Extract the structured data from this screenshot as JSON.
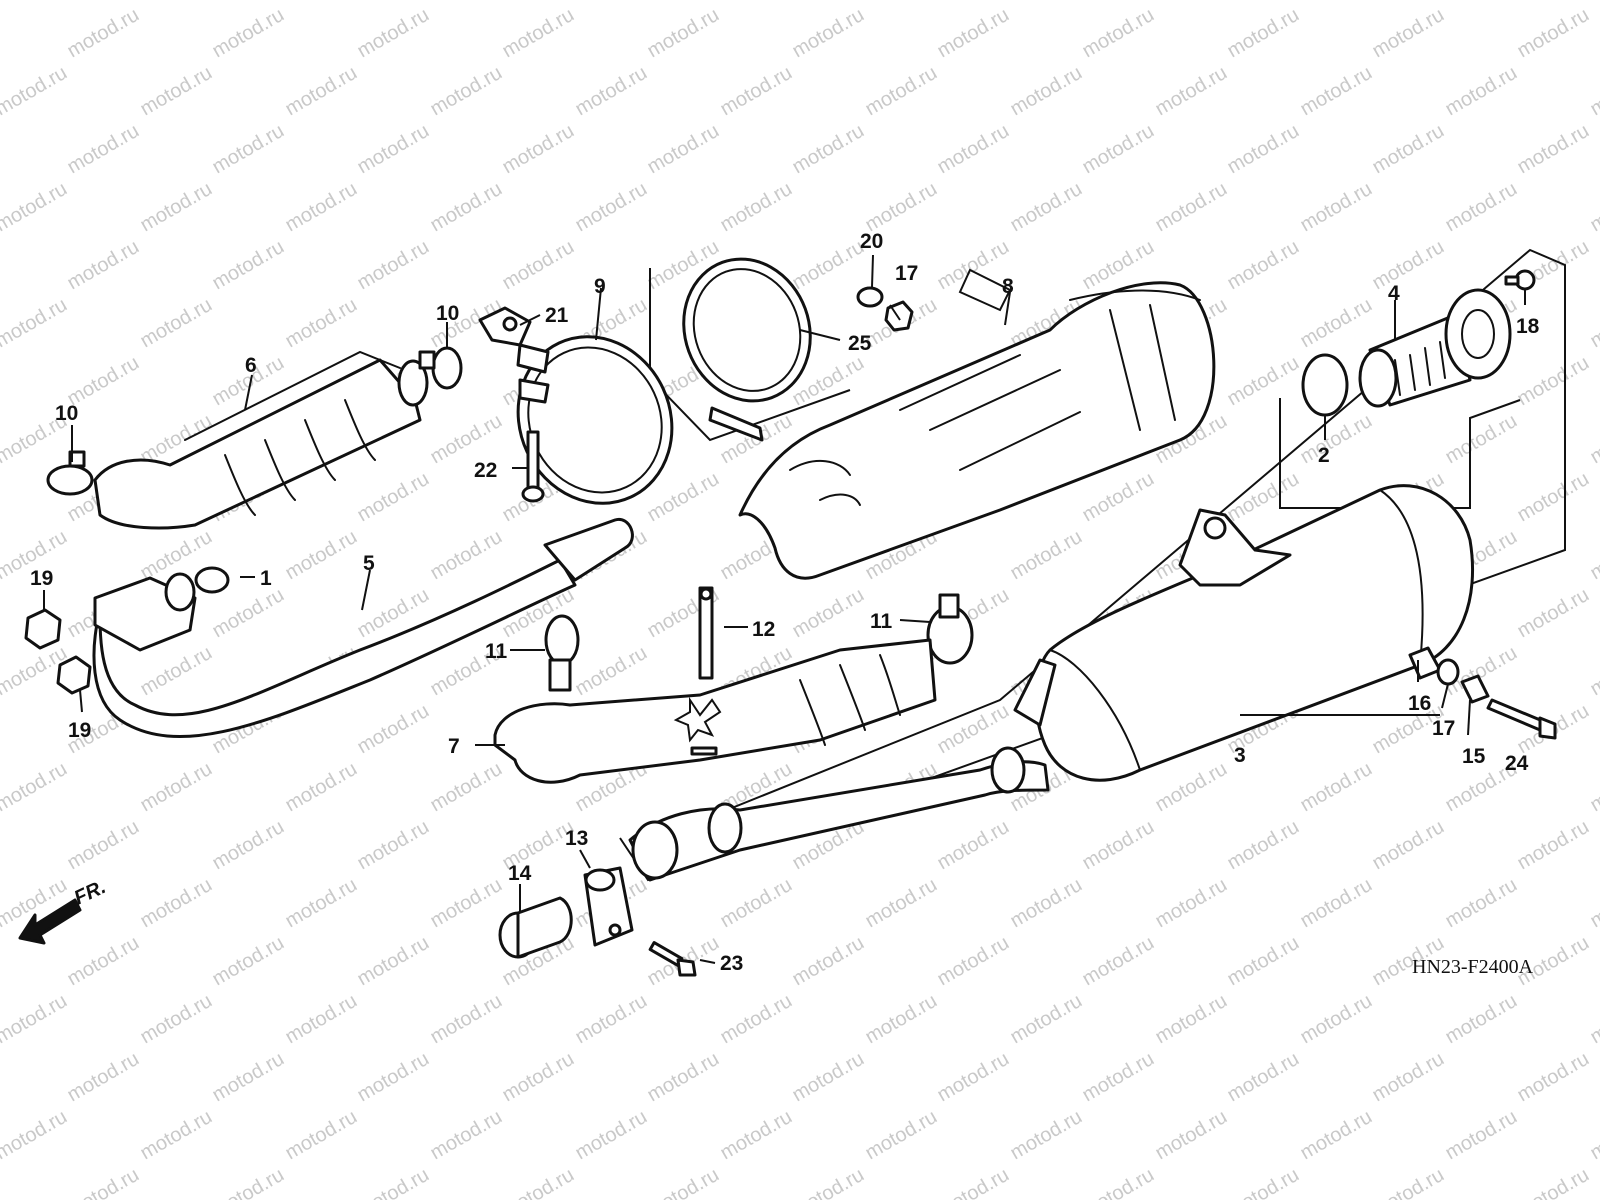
{
  "diagram": {
    "watermark_text": "motod.ru",
    "code_label": "HN23-F2400A",
    "front_label": "FR.",
    "callouts": [
      {
        "id": "c1",
        "label": "1"
      },
      {
        "id": "c2",
        "label": "2"
      },
      {
        "id": "c3",
        "label": "3"
      },
      {
        "id": "c4",
        "label": "4"
      },
      {
        "id": "c5",
        "label": "5"
      },
      {
        "id": "c6",
        "label": "6"
      },
      {
        "id": "c7",
        "label": "7"
      },
      {
        "id": "c8",
        "label": "8"
      },
      {
        "id": "c9",
        "label": "9"
      },
      {
        "id": "c10a",
        "label": "10"
      },
      {
        "id": "c10b",
        "label": "10"
      },
      {
        "id": "c11a",
        "label": "11"
      },
      {
        "id": "c11b",
        "label": "11"
      },
      {
        "id": "c12",
        "label": "12"
      },
      {
        "id": "c13",
        "label": "13"
      },
      {
        "id": "c14",
        "label": "14"
      },
      {
        "id": "c15",
        "label": "15"
      },
      {
        "id": "c16",
        "label": "16"
      },
      {
        "id": "c17a",
        "label": "17"
      },
      {
        "id": "c17b",
        "label": "17"
      },
      {
        "id": "c18",
        "label": "18"
      },
      {
        "id": "c19a",
        "label": "19"
      },
      {
        "id": "c19b",
        "label": "19"
      },
      {
        "id": "c20",
        "label": "20"
      },
      {
        "id": "c21",
        "label": "21"
      },
      {
        "id": "c22",
        "label": "22"
      },
      {
        "id": "c23",
        "label": "23"
      },
      {
        "id": "c24",
        "label": "24"
      },
      {
        "id": "c25",
        "label": "25"
      }
    ]
  }
}
